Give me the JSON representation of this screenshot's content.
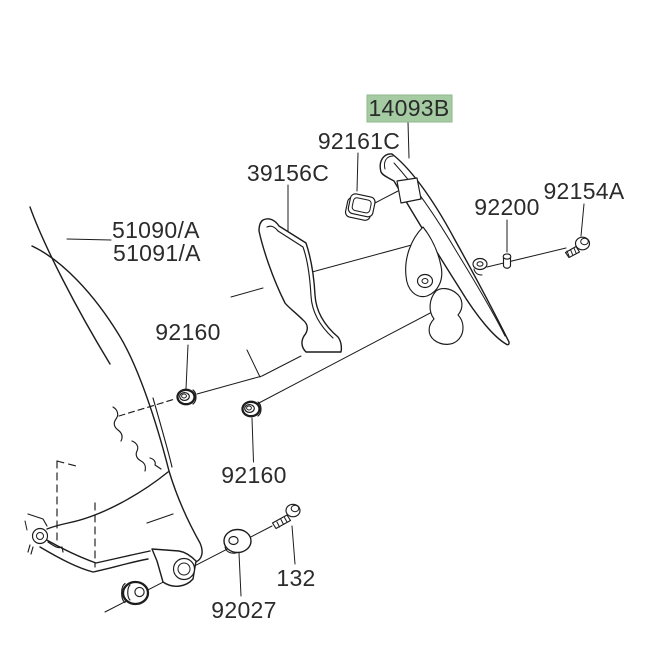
{
  "diagram": {
    "type": "exploded-parts-diagram",
    "colors": {
      "background": "#ffffff",
      "line": "#1c1c1c",
      "text": "#2b2b2b",
      "highlight_fill": "#a4cba1",
      "highlight_border": "#8fb98c"
    },
    "labels": [
      {
        "part_no": "14093B",
        "highlighted": true
      },
      {
        "part_no": "92161C",
        "highlighted": false
      },
      {
        "part_no": "39156C",
        "highlighted": false
      },
      {
        "part_no": "51090/A",
        "highlighted": false
      },
      {
        "part_no": "51091/A",
        "highlighted": false
      },
      {
        "part_no": "92200",
        "highlighted": false
      },
      {
        "part_no": "92154A",
        "highlighted": false
      },
      {
        "part_no": "92160",
        "highlighted": false
      },
      {
        "part_no": "92160",
        "highlighted": false
      },
      {
        "part_no": "132",
        "highlighted": false
      },
      {
        "part_no": "92027",
        "highlighted": false
      }
    ]
  }
}
